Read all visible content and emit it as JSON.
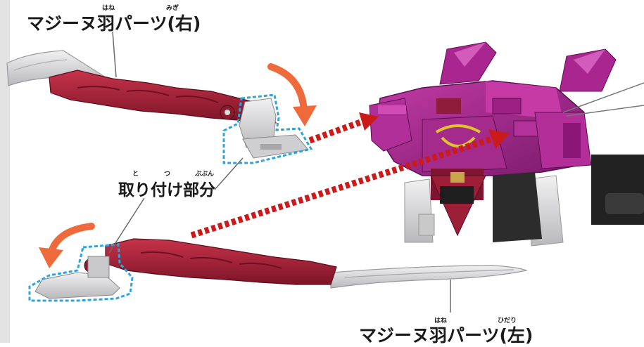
{
  "labels": {
    "wing_right": {
      "text": "マジーヌ羽パーツ(右)",
      "ruby_wing": "はね",
      "ruby_side": "みぎ"
    },
    "attachment": {
      "text": "取り付け部分",
      "ruby_take": "と",
      "ruby_attach": "つ",
      "ruby_part": "ぶぶん"
    },
    "wing_left": {
      "text": "マジーヌ羽パーツ(左)",
      "ruby_wing": "はね",
      "ruby_side": "ひだり"
    }
  },
  "colors": {
    "wing_red": "#9e1f35",
    "wing_red_dark": "#6e1022",
    "wing_silver": "#d4d4d6",
    "robot_magenta": "#a8278f",
    "robot_magenta_dark": "#6d1561",
    "arrow_orange": "#ef6a3a",
    "dash_red": "#cc1a1a",
    "highlight_blue": "#2aa5e0"
  },
  "icons": [
    "rotate-arrow-icon",
    "dashed-guide-arrow-icon",
    "highlight-outline-icon"
  ]
}
